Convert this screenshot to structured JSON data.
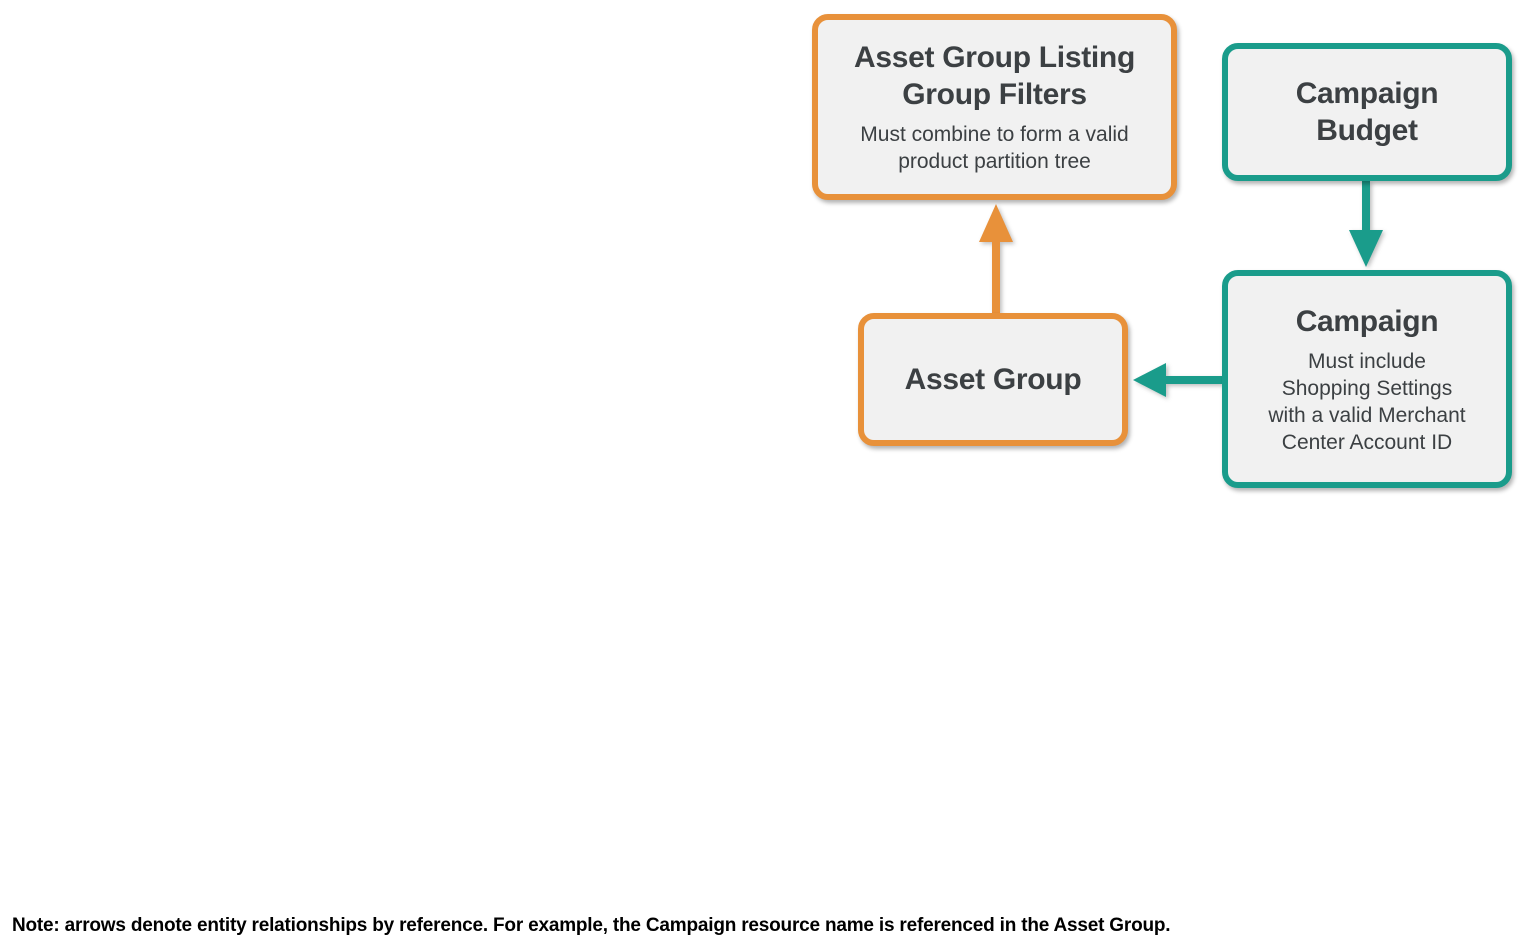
{
  "diagram": {
    "nodes": [
      {
        "id": "asset-group-listing-group-filters",
        "title": "Asset Group Listing\nGroup Filters",
        "subtitle": "Must combine to form a valid\nproduct partition tree",
        "accent": "orange"
      },
      {
        "id": "campaign-budget",
        "title": "Campaign\nBudget",
        "subtitle": "",
        "accent": "teal"
      },
      {
        "id": "asset-group",
        "title": "Asset Group",
        "subtitle": "",
        "accent": "orange"
      },
      {
        "id": "campaign",
        "title": "Campaign",
        "subtitle": "Must include\nShopping Settings\nwith a valid Merchant\nCenter Account ID",
        "accent": "teal"
      }
    ],
    "edges": [
      {
        "from": "asset-group",
        "to": "asset-group-listing-group-filters",
        "color": "orange",
        "direction": "up"
      },
      {
        "from": "campaign-budget",
        "to": "campaign",
        "color": "teal",
        "direction": "down"
      },
      {
        "from": "campaign",
        "to": "asset-group",
        "color": "teal",
        "direction": "left"
      }
    ]
  },
  "note": "Note: arrows denote entity relationships by reference. For example, the Campaign resource name is referenced in the Asset Group.",
  "colors": {
    "orange": "#E8913A",
    "teal": "#1A9C8B",
    "box-fill": "#F1F1F1",
    "text": "#3C4043",
    "note": "#000000"
  }
}
